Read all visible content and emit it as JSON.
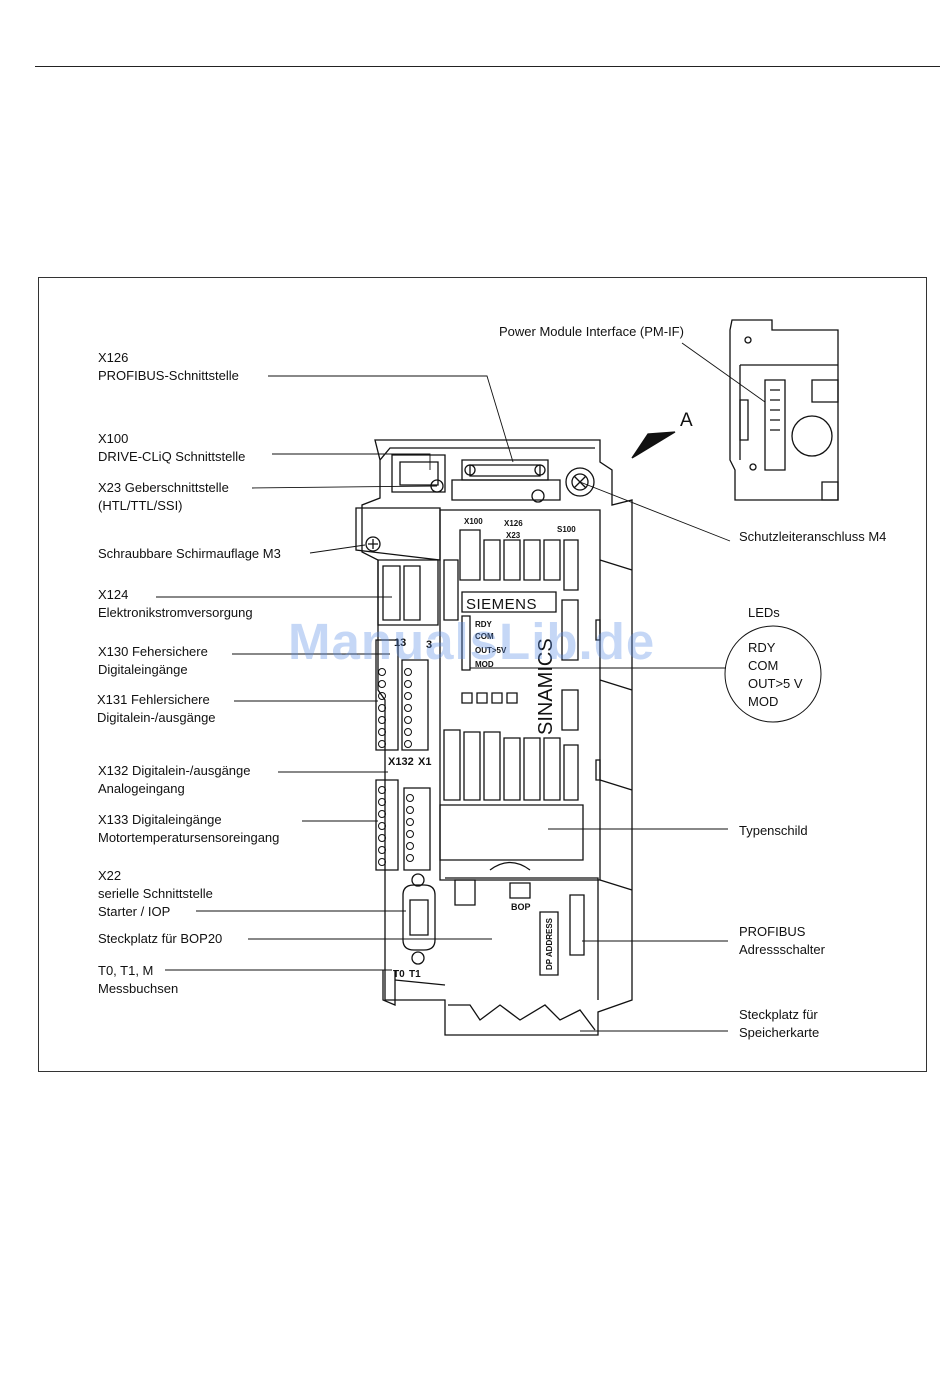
{
  "labels": {
    "pm_if": "Power Module Interface (PM-IF)",
    "x126_l1": "X126",
    "x126_l2": "PROFIBUS-Schnittstelle",
    "x100_l1": "X100",
    "x100_l2": "DRIVE-CLiQ Schnittstelle",
    "x23_l1": "X23 Geberschnittstelle",
    "x23_l2": "(HTL/TTL/SSI)",
    "schirm": "Schraubbare Schirmauflage M3",
    "x124_l1": "X124",
    "x124_l2": "Elektronikstromversorgung",
    "x130_l1": "X130 Fehersichere",
    "x130_l2": "Digitaleingänge",
    "x131_l1": "X131 Fehlersichere",
    "x131_l2": "Digitalein-/ausgänge",
    "x132_l1": "X132 Digitalein-/ausgänge",
    "x132_l2": "Analogeingang",
    "x133_l1": "X133 Digitaleingänge",
    "x133_l2": "Motortemperatursensoreingang",
    "x22_l1": "X22",
    "x22_l2": "serielle Schnittstelle",
    "x22_l3": "Starter / IOP",
    "bop": "Steckplatz für BOP20",
    "t_l1": "T0, T1, M",
    "t_l2": "Messbuchsen",
    "view_a": "A",
    "schutz": "Schutzleiteranschluss M4",
    "leds": "LEDs",
    "led_rdy": "RDY",
    "led_com": "COM",
    "led_out": "OUT>5 V",
    "led_mod": "MOD",
    "typen": "Typenschild",
    "profibus_l1": "PROFIBUS",
    "profibus_l2": "Adressschalter",
    "sp_l1": "Steckplatz für",
    "sp_l2": "Speicherkarte"
  },
  "device": {
    "brand": "SIEMENS",
    "product": "SINAMICS",
    "port_x100": "X100",
    "port_x126": "X126",
    "port_x23": "X23",
    "port_s100": "S100",
    "led_rdy": "RDY",
    "led_com": "COM",
    "led_out": "OUT>5V",
    "led_mod": "MOD",
    "x132": "X132",
    "x133": "X1",
    "x130": "13",
    "x131": "3",
    "t0": "T0",
    "t1": "T1",
    "bop": "BOP",
    "dp_address": "DP ADDRESS"
  },
  "watermark": "ManualsLib.de"
}
